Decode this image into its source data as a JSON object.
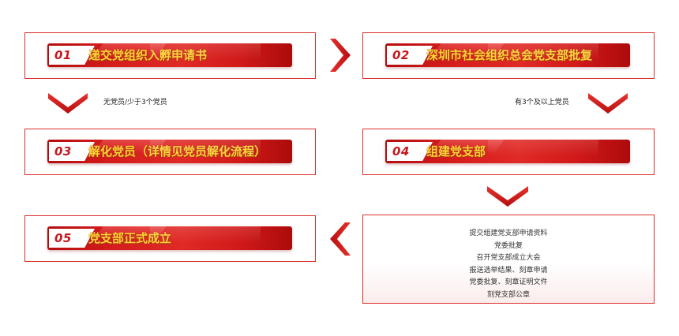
{
  "steps": [
    {
      "num": "01",
      "title": "递交党组织入孵申请书"
    },
    {
      "num": "02",
      "title": "深圳市社会组织总会党支部批复"
    },
    {
      "num": "03",
      "title": "解化党员（详情见党员解化流程）"
    },
    {
      "num": "04",
      "title": "组建党支部"
    },
    {
      "num": "05",
      "title": "党支部正式成立"
    }
  ],
  "notes": {
    "left": "无党员/少于3个党员",
    "right": "有3个及以上党员"
  },
  "details": [
    "提交组建党支部申请资料",
    "党委批复",
    "召开党支部成立大会",
    "报送选举结果、刻章申请",
    "党委批复、刻章证明文件",
    "刻党支部公章"
  ],
  "colors": {
    "accent": "#d41c1c",
    "title_text": "#ffd23a",
    "border": "#d9302b"
  },
  "icons": [
    "chevron-right-icon",
    "chevron-down-icon",
    "chevron-left-icon"
  ]
}
